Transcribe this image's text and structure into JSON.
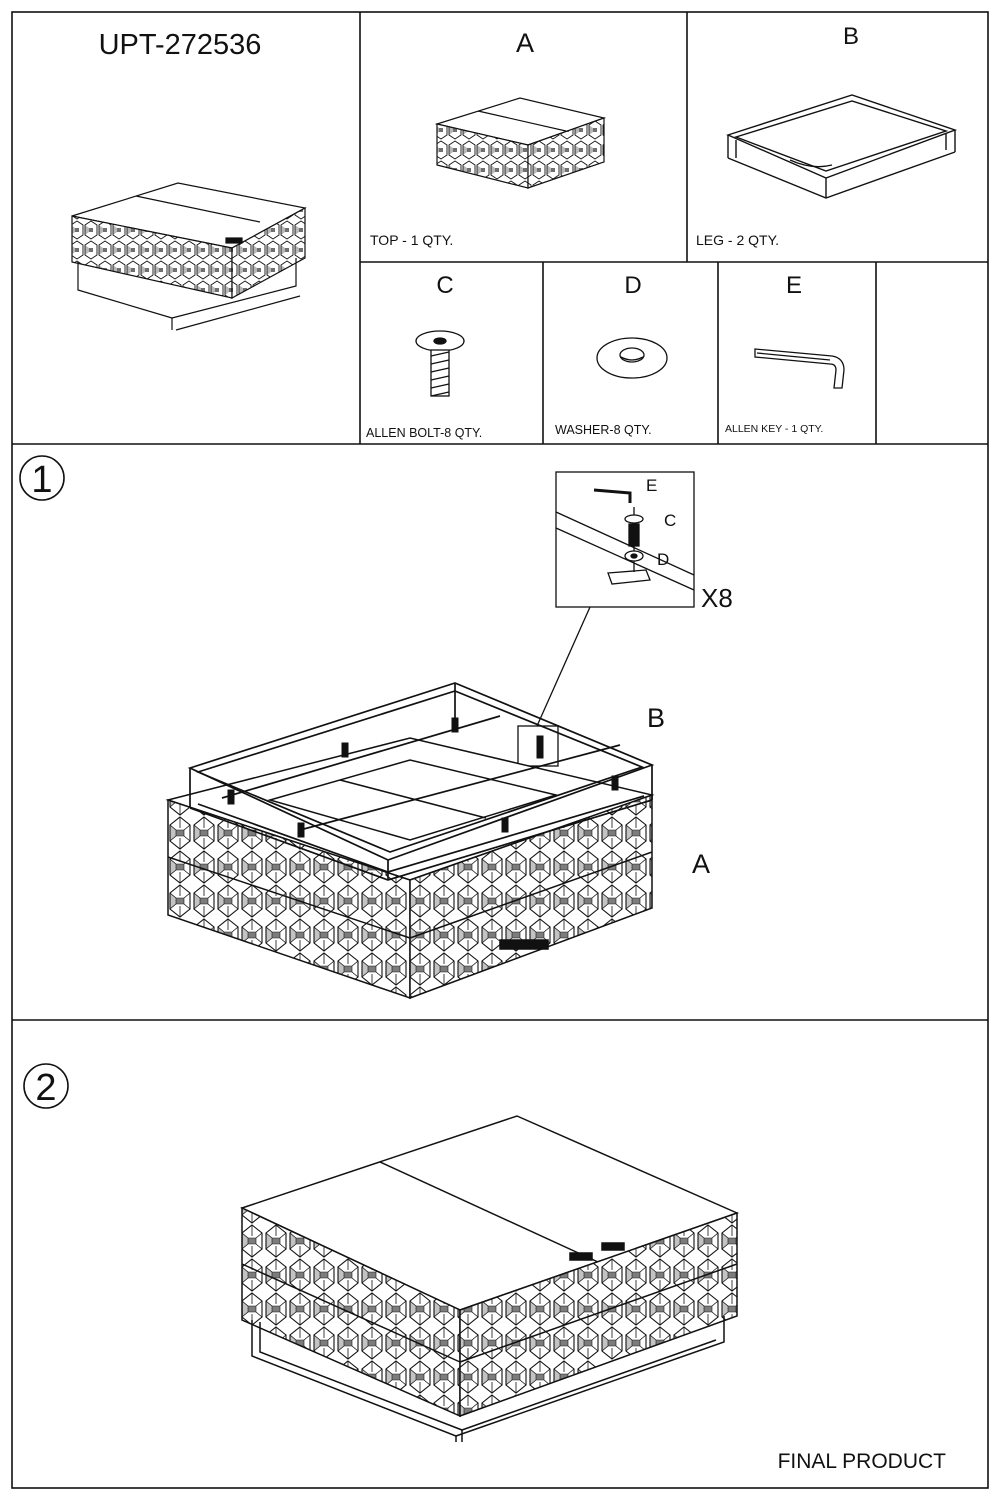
{
  "header": {
    "model": "UPT-272536"
  },
  "parts": [
    {
      "letter": "A",
      "caption": "TOP - 1 QTY."
    },
    {
      "letter": "B",
      "caption": "LEG - 2 QTY."
    },
    {
      "letter": "C",
      "caption": "ALLEN BOLT-8  QTY."
    },
    {
      "letter": "D",
      "caption": "WASHER-8  QTY."
    },
    {
      "letter": "E",
      "caption": "ALLEN KEY - 1 QTY."
    }
  ],
  "step1": {
    "number": "1",
    "detail_multiplier": "X8",
    "detail_labels": {
      "key": "E",
      "bolt": "C",
      "washer": "D"
    },
    "frame_label": "B",
    "top_label": "A"
  },
  "step2": {
    "number": "2",
    "caption": "FINAL PRODUCT"
  },
  "colors": {
    "line": "#111111",
    "background": "#ffffff"
  }
}
